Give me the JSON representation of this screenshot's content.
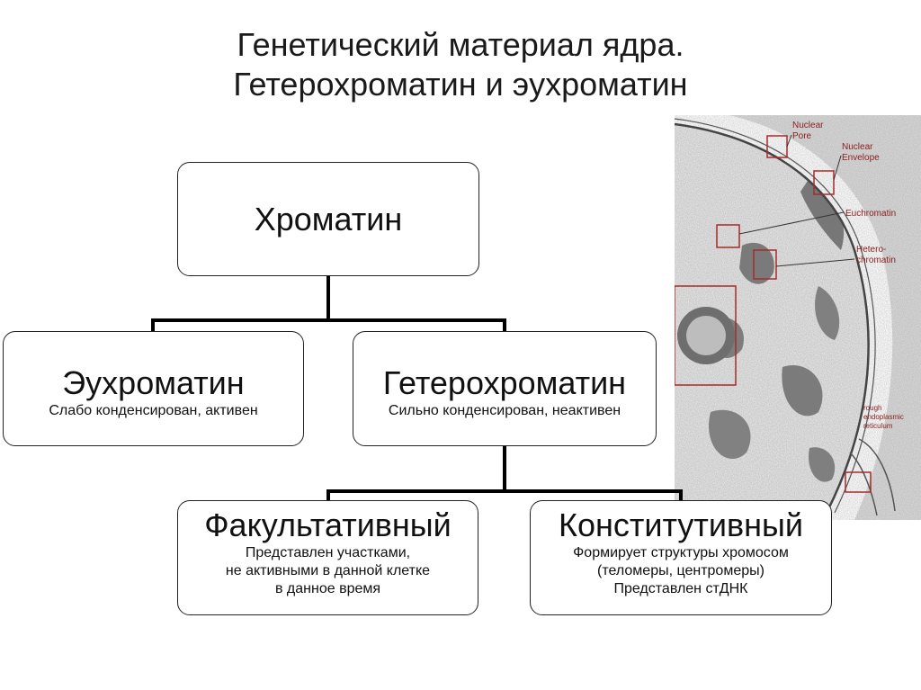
{
  "title": {
    "line1": "Генетический материал ядра.",
    "line2": "Гетерохроматин и эухроматин"
  },
  "diagram": {
    "chromatin": {
      "label": "Хроматин"
    },
    "euchromatin": {
      "label": "Эухроматин",
      "description": "Слабо конденсирован, активен"
    },
    "heterochromatin": {
      "label": "Гетерохроматин",
      "description": "Сильно конденсирован, неактивен"
    },
    "facultative": {
      "label": "Факультативный",
      "description_lines": [
        "Представлен участками,",
        "не активными в данной клетке",
        "в данное время"
      ]
    },
    "constitutive": {
      "label": "Конститутивный",
      "description_lines": [
        "Формирует структуры хромосом",
        "(теломеры, центромеры)",
        "Представлен стДНК"
      ]
    }
  },
  "micrograph": {
    "labels": {
      "pore": [
        "Nuclear",
        "Pore"
      ],
      "envelope": [
        "Nuclear",
        "Envelope"
      ],
      "euchromatin": "Euchromatin",
      "heterochromatin": [
        "Hetero-",
        "chromatin"
      ],
      "er": [
        "rough",
        "endoplasmic",
        "reticulum"
      ]
    },
    "label_color": "#8b1e1e"
  }
}
